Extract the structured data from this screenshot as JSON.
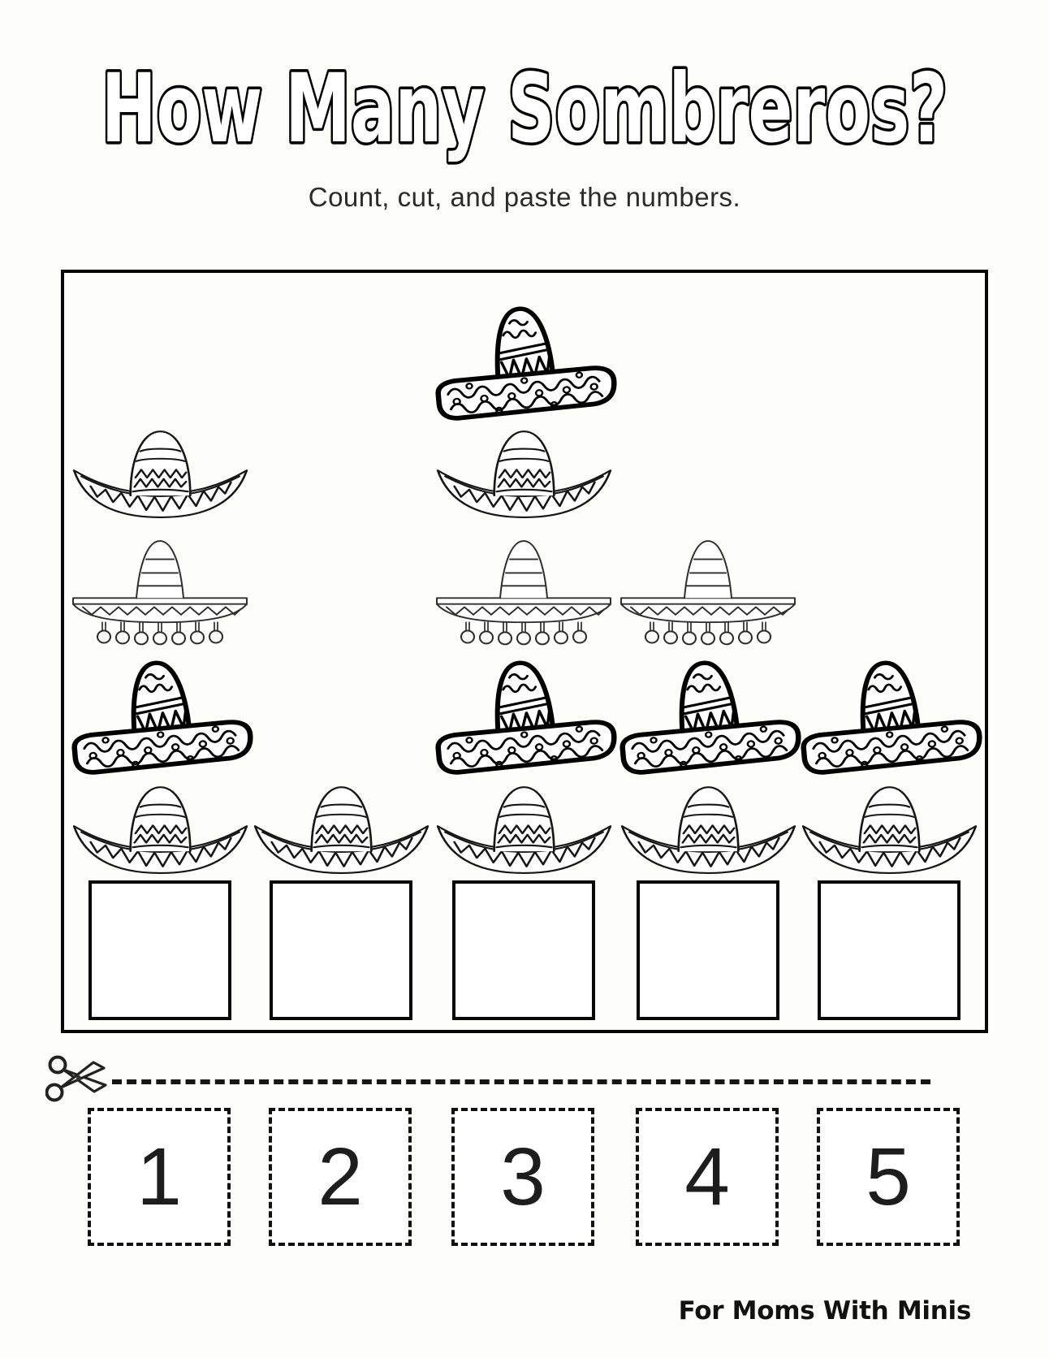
{
  "title": "How Many Sombreros?",
  "subtitle": "Count, cut, and paste the numbers.",
  "footer_credit": "For Moms With Minis",
  "colors": {
    "ink": "#111111",
    "paper": "#fdfdfa"
  },
  "board": {
    "columns": 5,
    "rows": [
      {
        "style": "bold",
        "cells": [
          false,
          false,
          true,
          false,
          false
        ]
      },
      {
        "style": "classic",
        "cells": [
          true,
          false,
          true,
          false,
          false
        ]
      },
      {
        "style": "tassel",
        "cells": [
          true,
          false,
          true,
          true,
          false
        ]
      },
      {
        "style": "bold",
        "cells": [
          true,
          false,
          true,
          true,
          true
        ]
      },
      {
        "style": "classic",
        "cells": [
          true,
          true,
          true,
          true,
          true
        ]
      }
    ],
    "column_counts": [
      4,
      1,
      5,
      3,
      2
    ],
    "answer_boxes": 5
  },
  "cut_strip": {
    "scissors_icon": "scissors-icon",
    "number_cards": [
      "1",
      "2",
      "3",
      "4",
      "5"
    ]
  }
}
